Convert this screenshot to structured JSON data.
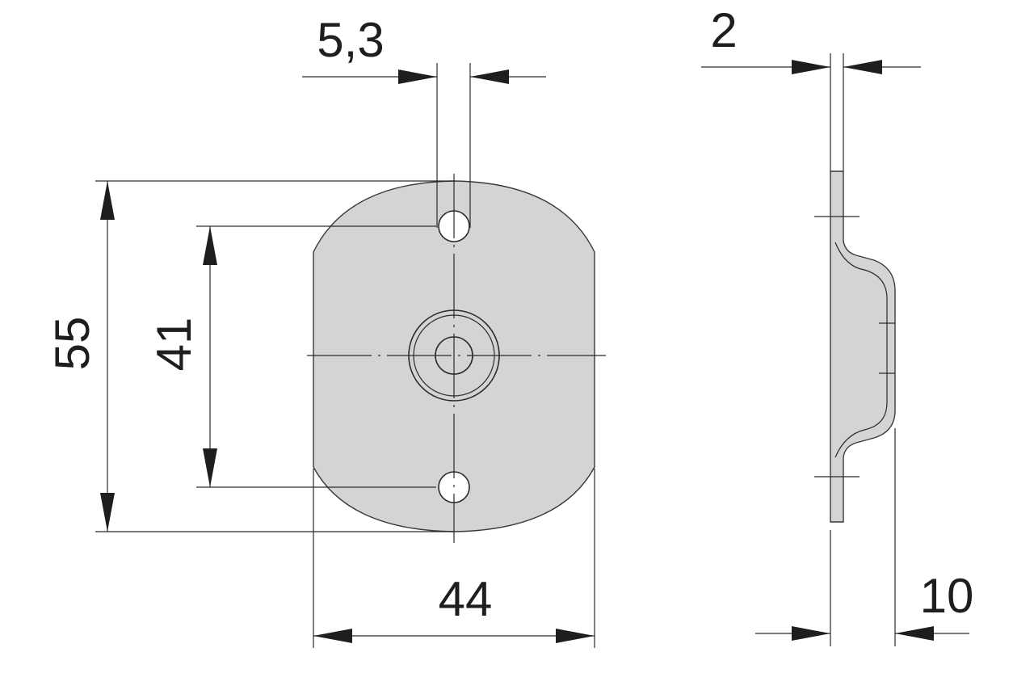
{
  "dimensions": {
    "slot_width": "5,3",
    "plate_thickness": "2",
    "overall_height": "55",
    "hole_spacing": "41",
    "overall_width": "44",
    "overall_depth": "10"
  },
  "colors": {
    "part_fill": "#d4d4d4",
    "line": "#2a2a2a",
    "text": "#1e1e1e",
    "background": "#ffffff"
  }
}
